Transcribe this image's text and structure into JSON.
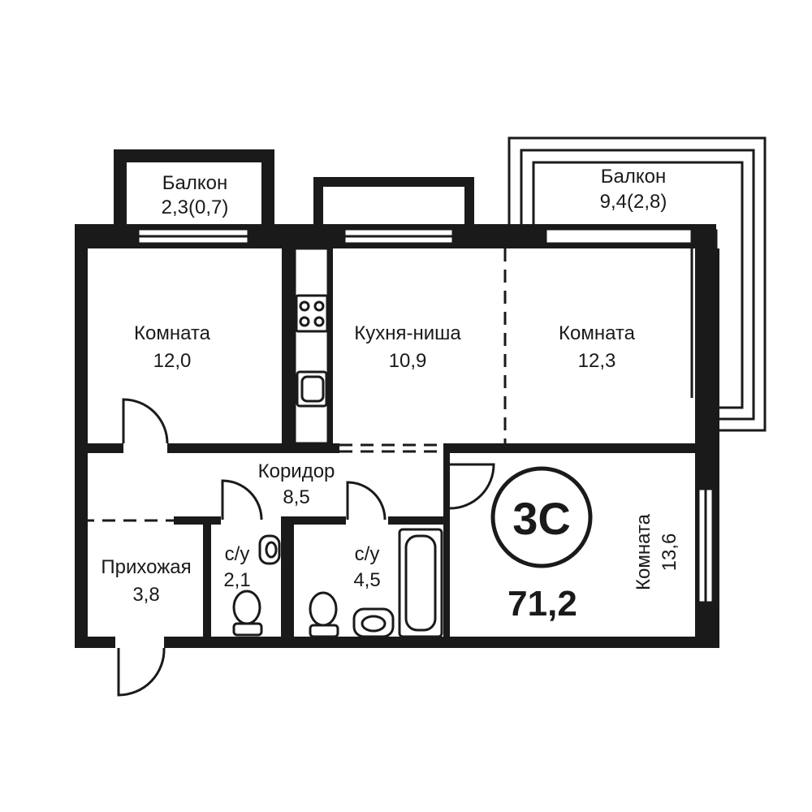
{
  "plan": {
    "type_code": "3С",
    "total_area": "71,2",
    "rooms": {
      "balcony_left": {
        "name": "Балкон",
        "area": "2,3(0,7)"
      },
      "balcony_right": {
        "name": "Балкон",
        "area": "9,4(2,8)"
      },
      "room_left": {
        "name": "Комната",
        "area": "12,0"
      },
      "kitchen": {
        "name": "Кухня-ниша",
        "area": "10,9"
      },
      "room_middle": {
        "name": "Комната",
        "area": "12,3"
      },
      "corridor": {
        "name": "Коридор",
        "area": "8,5"
      },
      "hallway": {
        "name": "Прихожая",
        "area": "3,8"
      },
      "wc_small": {
        "name": "с/у",
        "area": "2,1"
      },
      "wc_large": {
        "name": "с/у",
        "area": "4,5"
      },
      "room_right": {
        "name": "Комната",
        "area": "13,6"
      }
    },
    "colors": {
      "wall": "#1a1a1a",
      "background": "#ffffff"
    }
  }
}
